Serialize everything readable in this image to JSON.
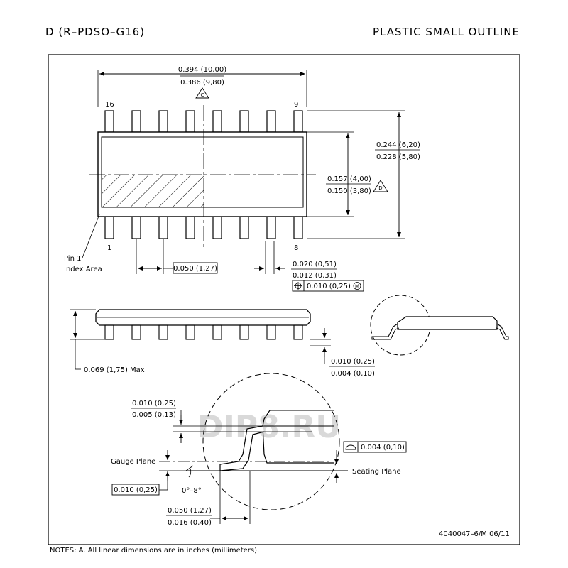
{
  "header": {
    "package_code": "D (R–PDSO–G16)",
    "package_name": "PLASTIC SMALL OUTLINE"
  },
  "top_view": {
    "body_length_max": "0.394 (10,00)",
    "body_length_min": "0.386 (9,80)",
    "body_length_note": "C",
    "pin_16": "16",
    "pin_9": "9",
    "pin_1": "1",
    "pin_8": "8",
    "total_width_max": "0.244 (6,20)",
    "total_width_min": "0.228 (5,80)",
    "body_width_max": "0.157 (4,00)",
    "body_width_min": "0.150 (3,80)",
    "body_width_note": "D",
    "pin1_label_1": "Pin 1",
    "pin1_label_2": "Index Area",
    "pitch": "0.050 (1,27)",
    "lead_width_max": "0.020 (0,51)",
    "lead_width_min": "0.012 (0,31)",
    "position_tolerance": "0.010 (0,25)",
    "position_modifier": "M"
  },
  "side_view": {
    "max_height": "0.069 (1,75) Max",
    "standoff_max": "0.010 (0,25)",
    "standoff_min": "0.004 (0,10)"
  },
  "detail_view": {
    "lead_thickness_max": "0.010 (0,25)",
    "lead_thickness_min": "0.005 (0,13)",
    "flatness": "0.004 (0,10)",
    "gauge_plane_label": "Gauge Plane",
    "seating_plane_label": "Seating Plane",
    "gauge_value": "0.010 (0,25)",
    "angle": "0°–8°",
    "foot_length_max": "0.050 (1,27)",
    "foot_length_min": "0.016 (0,40)"
  },
  "footer": {
    "drawing_number": "4040047–6/M   06/11",
    "notes": "NOTES:    A.   All linear dimensions are in inches (millimeters)."
  },
  "watermark": "DIP8.RU"
}
